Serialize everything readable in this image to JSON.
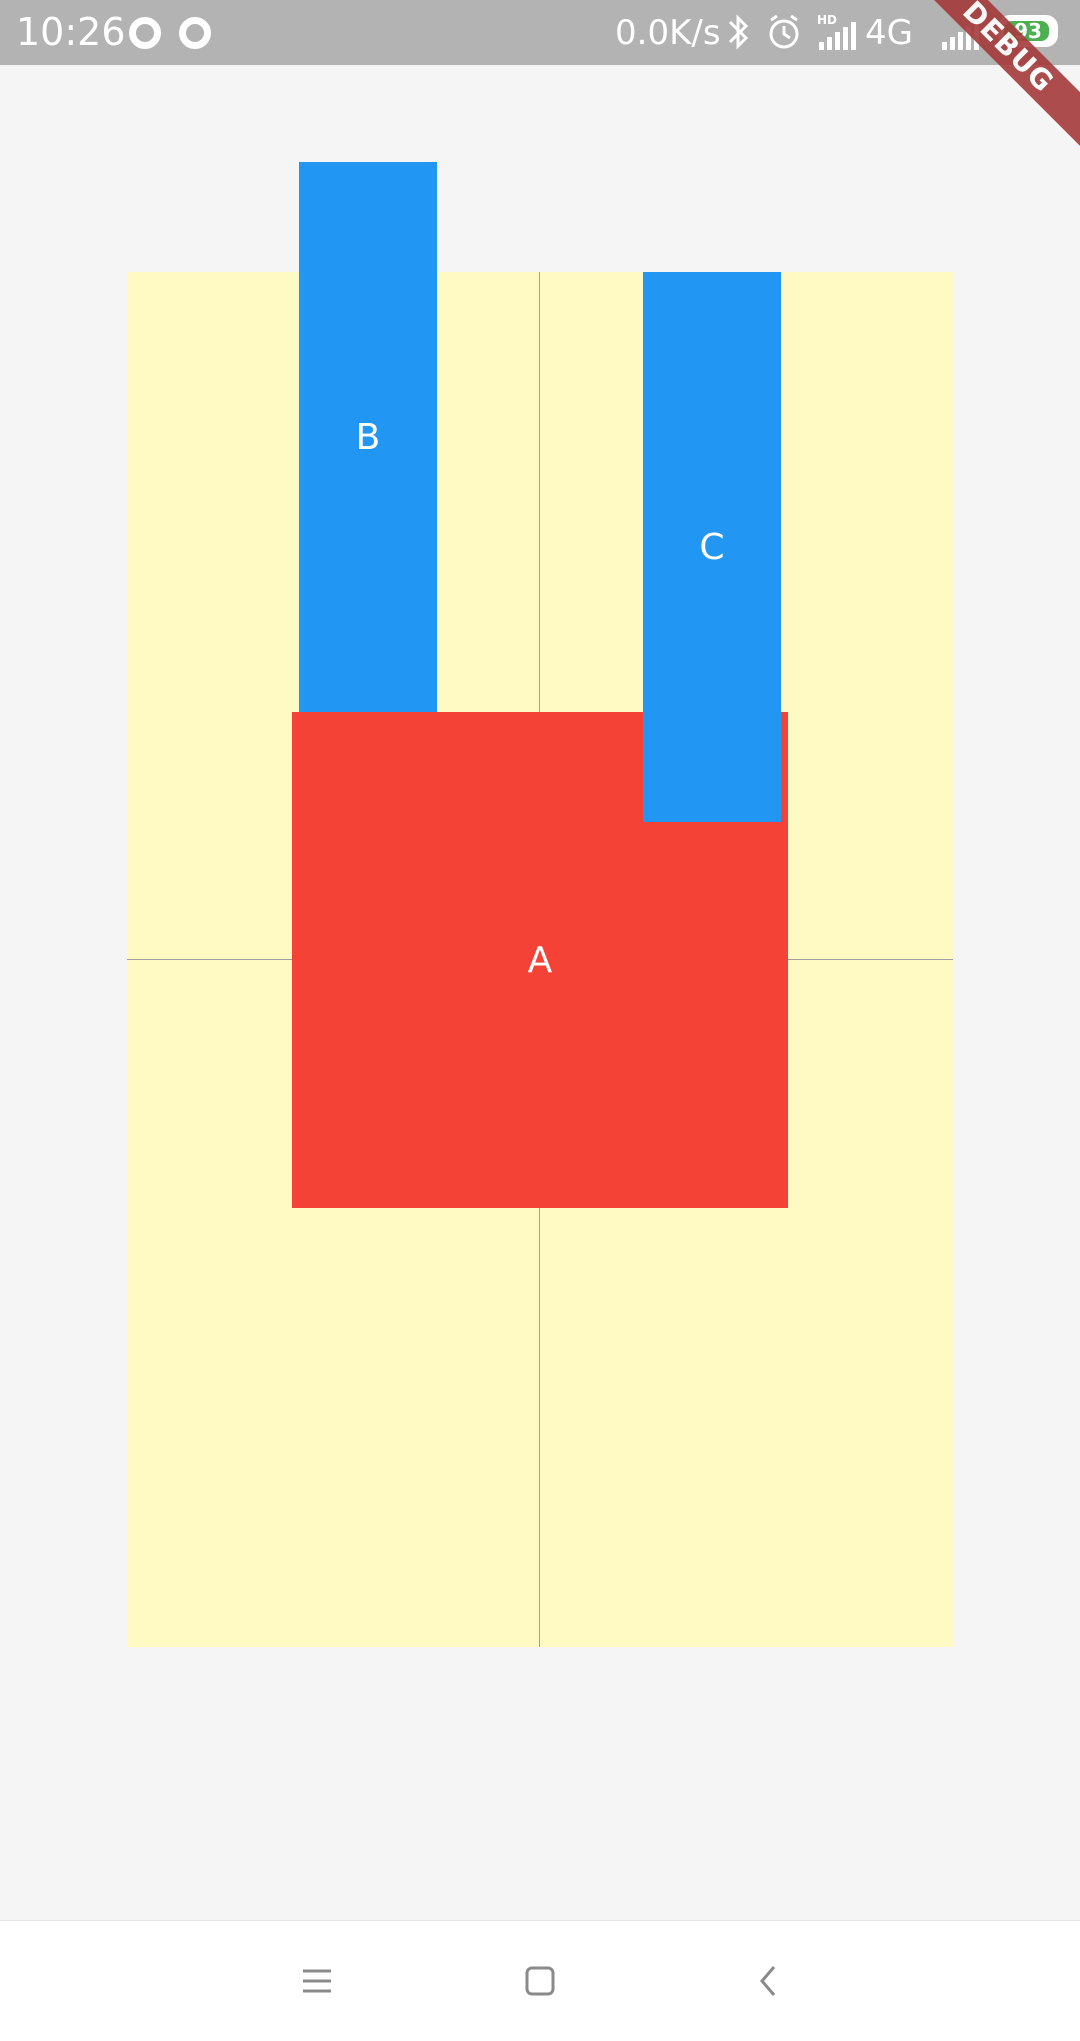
{
  "status_bar": {
    "time": "10:26",
    "net_speed": "0.0K/s",
    "network": "4G",
    "battery_level": "93",
    "battery_fraction": 0.93,
    "icons": [
      "notification-dot-icon",
      "notification-dot-icon",
      "bluetooth-icon",
      "alarm-icon",
      "signal-hd-icon",
      "signal-icon"
    ],
    "background": "#b3b3b3"
  },
  "debug_banner": {
    "label": "DEBUG",
    "color": "#a53a3a"
  },
  "stack": {
    "background": "#fff9c4",
    "grid_color": "#a0a0a0",
    "boxes": {
      "a": {
        "label": "A",
        "color": "#f44336"
      },
      "b": {
        "label": "B",
        "color": "#2196f3"
      },
      "c": {
        "label": "C",
        "color": "#2196f3"
      }
    }
  },
  "nav_bar": {
    "buttons": [
      "menu-icon",
      "home-icon",
      "back-icon"
    ]
  }
}
